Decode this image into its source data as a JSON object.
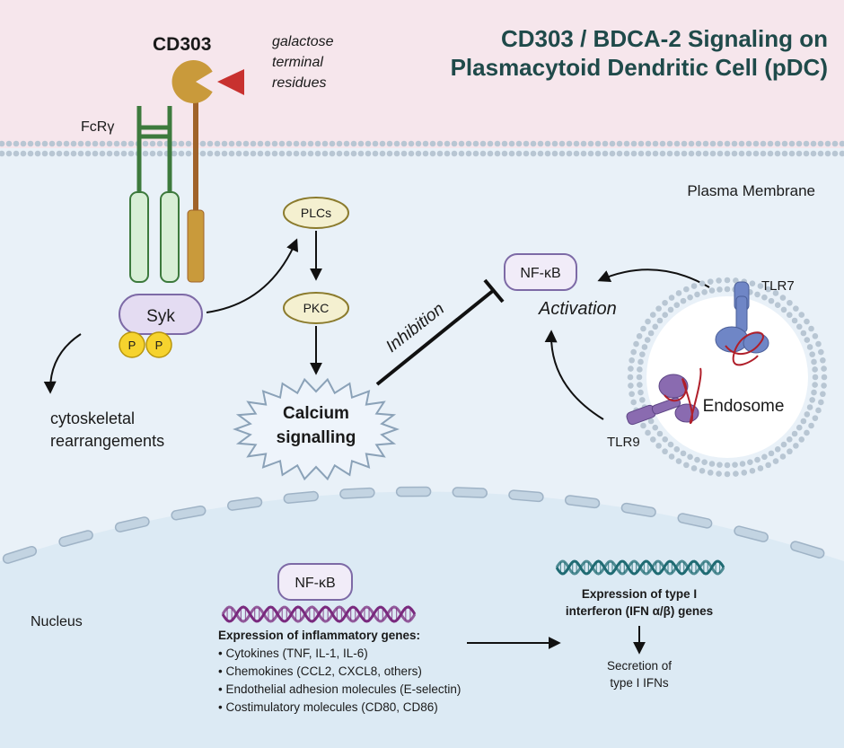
{
  "title": {
    "line1": "CD303 / BDCA-2 Signaling on",
    "line2": "Plasmacytoid Dendritic Cell (pDC)"
  },
  "receptor": {
    "cd303": "CD303",
    "ligand_line1": "galactose",
    "ligand_line2": "terminal",
    "ligand_line3": "residues",
    "fcr": "FcRγ",
    "syk": "Syk",
    "phospho": "P"
  },
  "membrane": {
    "label": "Plasma Membrane"
  },
  "cascade": {
    "plcs": "PLCs",
    "pkc": "PKC",
    "calcium_line1": "Calcium",
    "calcium_line2": "signalling",
    "inhibition": "Inhibition"
  },
  "cyto": {
    "line1": "cytoskeletal",
    "line2": "rearrangements"
  },
  "nfkb": {
    "label": "NF-κB",
    "activation": "Activation"
  },
  "endosome": {
    "label": "Endosome",
    "tlr7": "TLR7",
    "tlr9": "TLR9"
  },
  "nucleus": {
    "label": "Nucleus",
    "nfkb": "NF-κB",
    "inflam_heading": "Expression of inflammatory genes:",
    "inflam_items": [
      "• Cytokines (TNF, IL-1, IL-6)",
      "• Chemokines (CCL2, CXCL8, others)",
      "• Endothelial adhesion molecules (E-selectin)",
      "• Costimulatory molecules (CD80, CD86)"
    ],
    "ifn_line1": "Expression of type I",
    "ifn_line2": "interferon (IFN α/β) genes",
    "secretion_line1": "Secretion of",
    "secretion_line2": "type I IFNs"
  },
  "colors": {
    "extracellular": "#f6e6ec",
    "cytoplasm": "#e9f1f8",
    "nucleus": "#dceaf4",
    "membrane_bead": "#b8c6d3",
    "fcr_green": "#3d7a3d",
    "fcr_fill": "#d8efd6",
    "cd303_brown": "#a0632a",
    "cd303_head": "#c99a3b",
    "ligand_red": "#c8312f",
    "syk_fill": "#e4dcf2",
    "syk_stroke": "#7d6aa6",
    "phospho_yellow": "#f6d32e",
    "plc_fill": "#f4f0d0",
    "plc_stroke": "#8b7b2d",
    "star_fill": "#eef4fb",
    "star_stroke": "#8ba2b8",
    "title": "#1f4a4a",
    "dna_purple": "#7a2a7e",
    "dna_teal": "#1f6b73",
    "tlr_blue": "#6f86c6",
    "tlr_purple": "#8a6bb0"
  }
}
